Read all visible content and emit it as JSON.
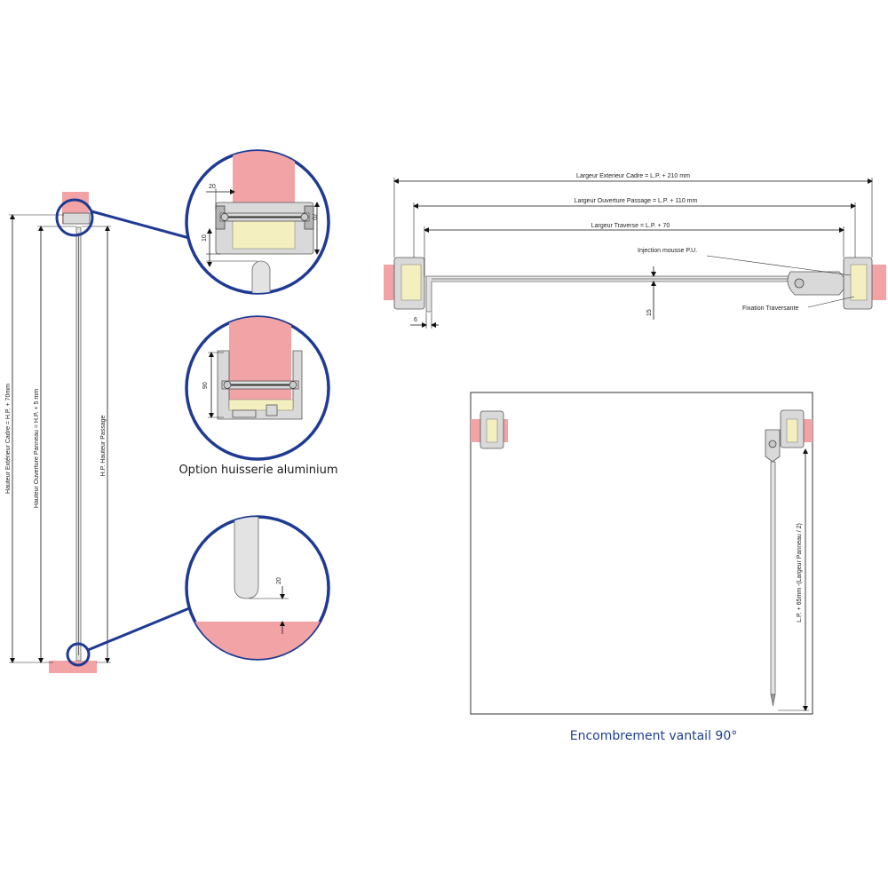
{
  "left_elevation": {
    "dim_outer_frame_height": "Hauteur Extérieur Cadre = H.P. + 70mm",
    "dim_panel_opening_height": "Hauteur Ouverture Panneau = H.P. + 5 mm",
    "dim_passage_height": "H.P. Hauteur Passage"
  },
  "detail_top": {
    "dim_20": "20",
    "dim_70": "70",
    "dim_10": "10"
  },
  "detail_aluminium": {
    "dim_90": "90",
    "caption": "Option huisserie aluminium"
  },
  "detail_bottom": {
    "dim_20": "20"
  },
  "plan_view": {
    "dim_outer_frame_width": "Largeur Exterieur Cadre = L.P. + 210 mm",
    "dim_passage_opening_width": "Largeur Ouverture Passage = L.P. + 110 mm",
    "dim_crossbar_width": "Largeur Traverse = L.P. + 70",
    "label_injection": "Injection mousse P.U.",
    "label_fixation": "Fixation Traversante",
    "dim_15": "15",
    "dim_6": "6"
  },
  "swing_view": {
    "dim_leaf_clearance": "L.P. + 65mm -(Largeur Panneau / 2)",
    "caption": "Encombrement vantail 90°"
  },
  "colors": {
    "wall": "#f1a3a6",
    "profile": "#d9d9d9",
    "detail_circle": "#1f3a93",
    "caption_blue": "#1f3f8f"
  }
}
